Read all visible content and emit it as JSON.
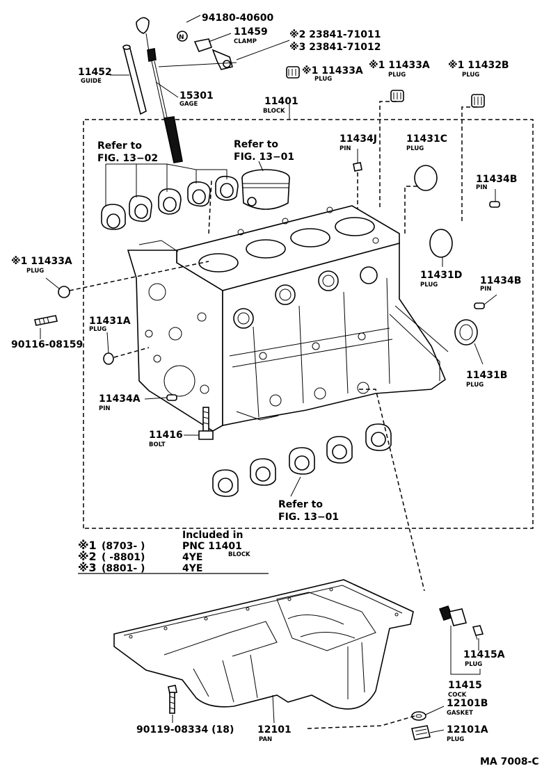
{
  "labels": {
    "p94180": "94180-40600",
    "p11459": "11459",
    "p11459_sub": "CLAMP",
    "p23841a": "※2 23841-71011",
    "p23841b": "※3 23841-71012",
    "p11452": "11452",
    "p11452_sub": "GUIDE",
    "p15301": "15301",
    "p15301_sub": "GAGE",
    "p11433A_top": "※1 11433A",
    "p11433A_top_sub": "PLUG",
    "p11433A_top2": "※1 11433A",
    "p11433A_top2_sub": "PLUG",
    "p11432B": "※1 11432B",
    "p11432B_sub": "PLUG",
    "p11401": "11401",
    "p11401_sub": "BLOCK",
    "p11434J": "11434J",
    "p11434J_sub": "PIN",
    "p11431C": "11431C",
    "p11431C_sub": "PLUG",
    "p11434B_r1": "11434B",
    "p11434B_r1_sub": "PIN",
    "p11433A_left": "※1 11433A",
    "p11433A_left_sub": "PLUG",
    "p11431D": "11431D",
    "p11431D_sub": "PLUG",
    "p11434B_r2": "11434B",
    "p11434B_r2_sub": "PIN",
    "p90116": "90116-08159",
    "p11431A": "11431A",
    "p11431A_sub": "PLUG",
    "p11431B": "11431B",
    "p11431B_sub": "PLUG",
    "p11434A": "11434A",
    "p11434A_sub": "PIN",
    "p11416": "11416",
    "p11416_sub": "BOLT",
    "p11415A": "11415A",
    "p11415A_sub": "PLUG",
    "p11415": "11415",
    "p11415_sub": "COCK",
    "p12101B": "12101B",
    "p12101B_sub": "GASKET",
    "p90119": "90119-08334 (18)",
    "p12101": "12101",
    "p12101_sub": "PAN",
    "p12101A": "12101A",
    "p12101A_sub": "PLUG"
  },
  "refs": {
    "ref1302_a": "Refer to",
    "ref1302_b": "FIG. 13−02",
    "ref1301_a": "Refer to",
    "ref1301_b": "FIG. 13−01",
    "ref1301_bottom_a": "Refer to",
    "ref1301_bottom_b": "FIG. 13−01"
  },
  "notes": {
    "included_in": "Included in",
    "row1_mark": "※1",
    "row1_range": "(8703-      )",
    "row1_text": "PNC 11401",
    "row1_sub": "BLOCK",
    "row2_mark": "※2",
    "row2_range": "(      -8801)",
    "row2_text": "4YE",
    "row3_mark": "※3",
    "row3_range": "(8801-      )",
    "row3_text": "4YE"
  },
  "footer": {
    "code": "MA 7008-C"
  }
}
